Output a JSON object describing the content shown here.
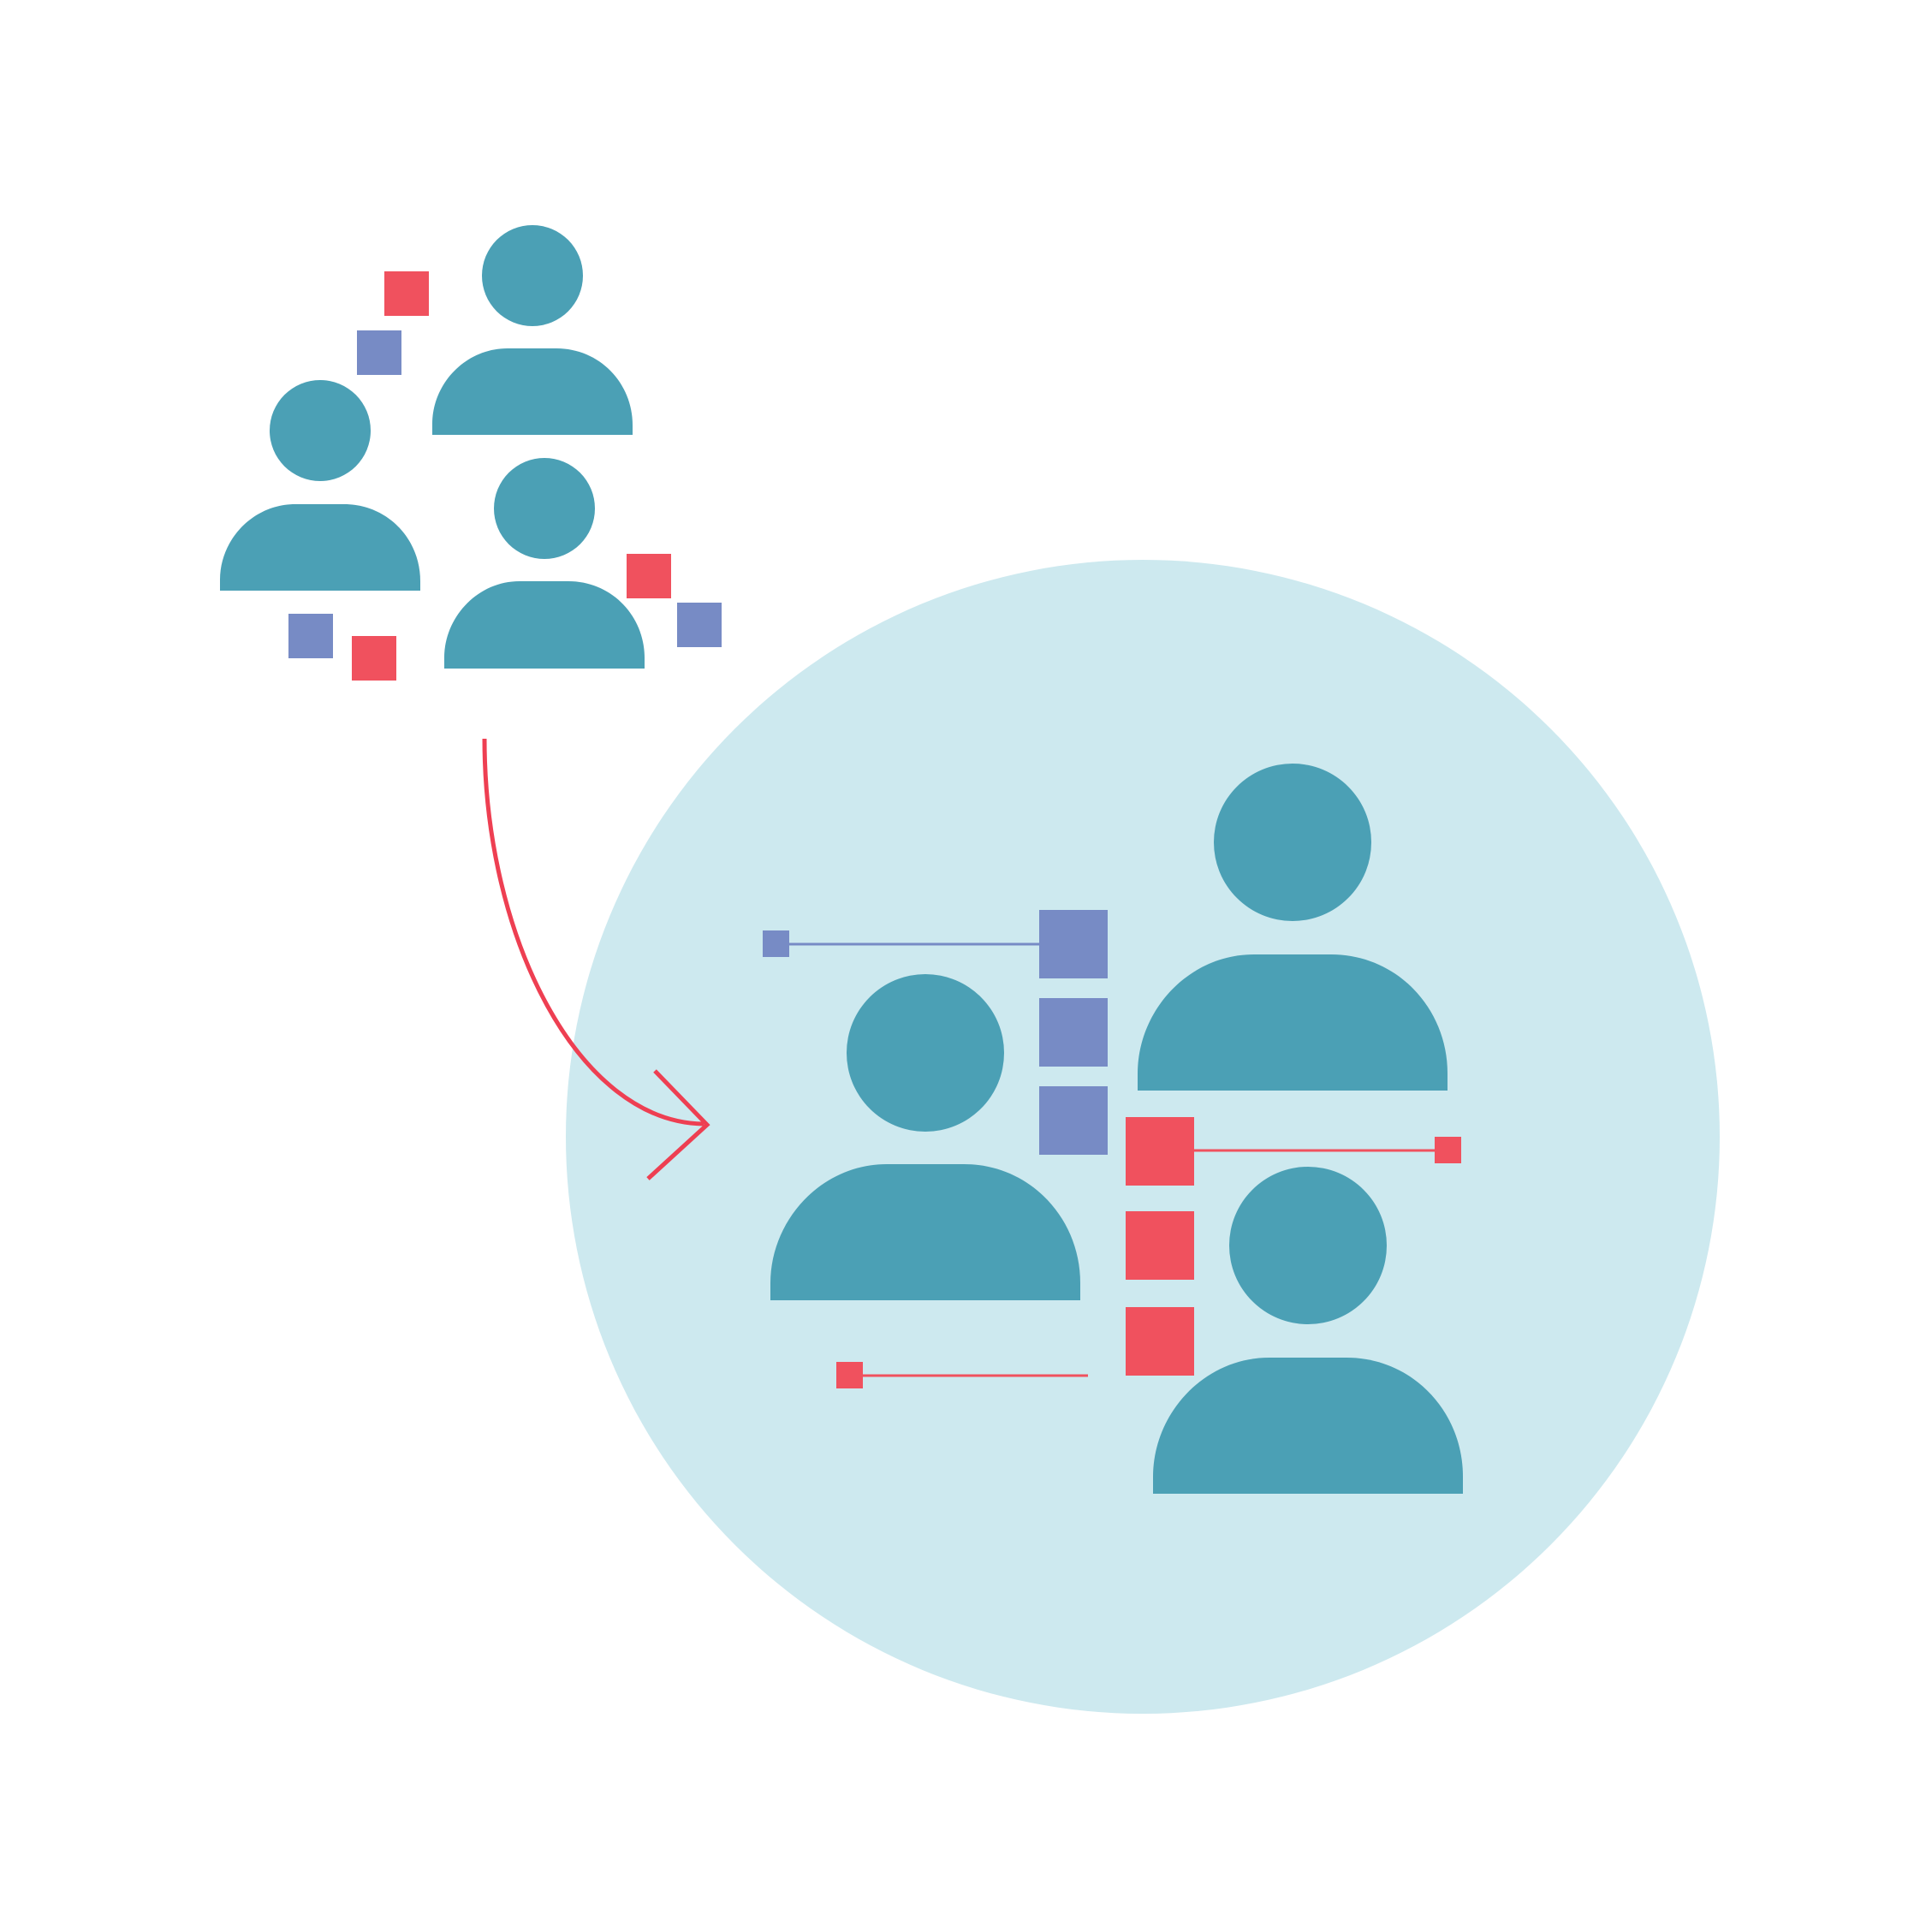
{
  "colors": {
    "background": "#ffffff",
    "person": "#4ba0b5",
    "circle": "#cde9ef",
    "token_blue": "#778bc5",
    "token_red": "#f0515e",
    "arrow": "#ee3f52"
  },
  "icons": {
    "person": "person-icon",
    "token": "square-token",
    "arrow": "curved-arrow-icon",
    "connector": "connector-line"
  },
  "groups": {
    "scattered_group": {
      "people_count": 3
    },
    "organized_group": {
      "people_count": 3
    }
  }
}
